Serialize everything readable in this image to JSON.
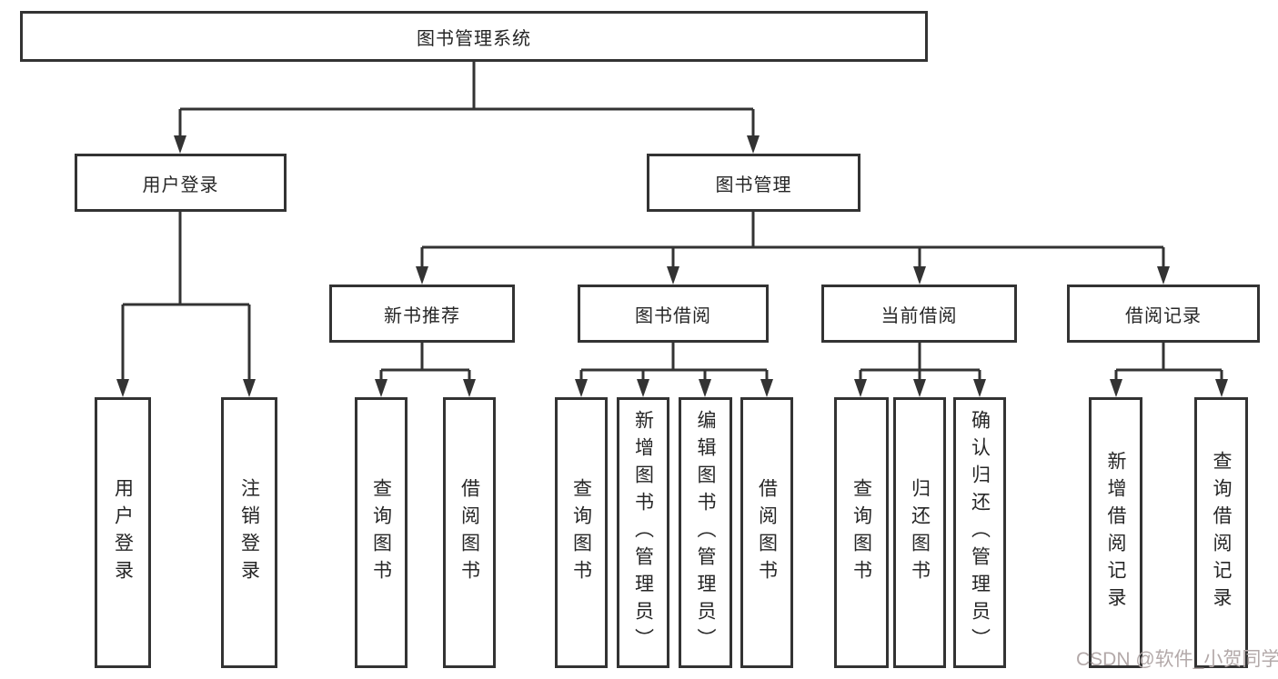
{
  "colors": {
    "line": "#333333",
    "box_border": "#333333",
    "box_fill": "#ffffff",
    "text": "#262626",
    "watermark": "#b3a9a9",
    "background": "#ffffff"
  },
  "diagram": {
    "type": "hierarchy-tree",
    "tree": {
      "label": "图书管理系统",
      "children": [
        {
          "label": "用户登录",
          "children": [
            {
              "label": "用户登录"
            },
            {
              "label": "注销登录"
            }
          ]
        },
        {
          "label": "图书管理",
          "children": [
            {
              "label": "新书推荐",
              "children": [
                {
                  "label": "查询图书"
                },
                {
                  "label": "借阅图书"
                }
              ]
            },
            {
              "label": "图书借阅",
              "children": [
                {
                  "label": "查询图书"
                },
                {
                  "label": "新增图书（管理员）"
                },
                {
                  "label": "编辑图书（管理员）"
                },
                {
                  "label": "借阅图书"
                }
              ]
            },
            {
              "label": "当前借阅",
              "children": [
                {
                  "label": "查询图书"
                },
                {
                  "label": "归还图书"
                },
                {
                  "label": "确认归还（管理员）"
                }
              ]
            },
            {
              "label": "借阅记录",
              "children": [
                {
                  "label": "新增借阅记录"
                },
                {
                  "label": "查询借阅记录"
                }
              ]
            }
          ]
        }
      ]
    }
  },
  "watermark": {
    "text": "CSDN @软件_小贺同学"
  }
}
